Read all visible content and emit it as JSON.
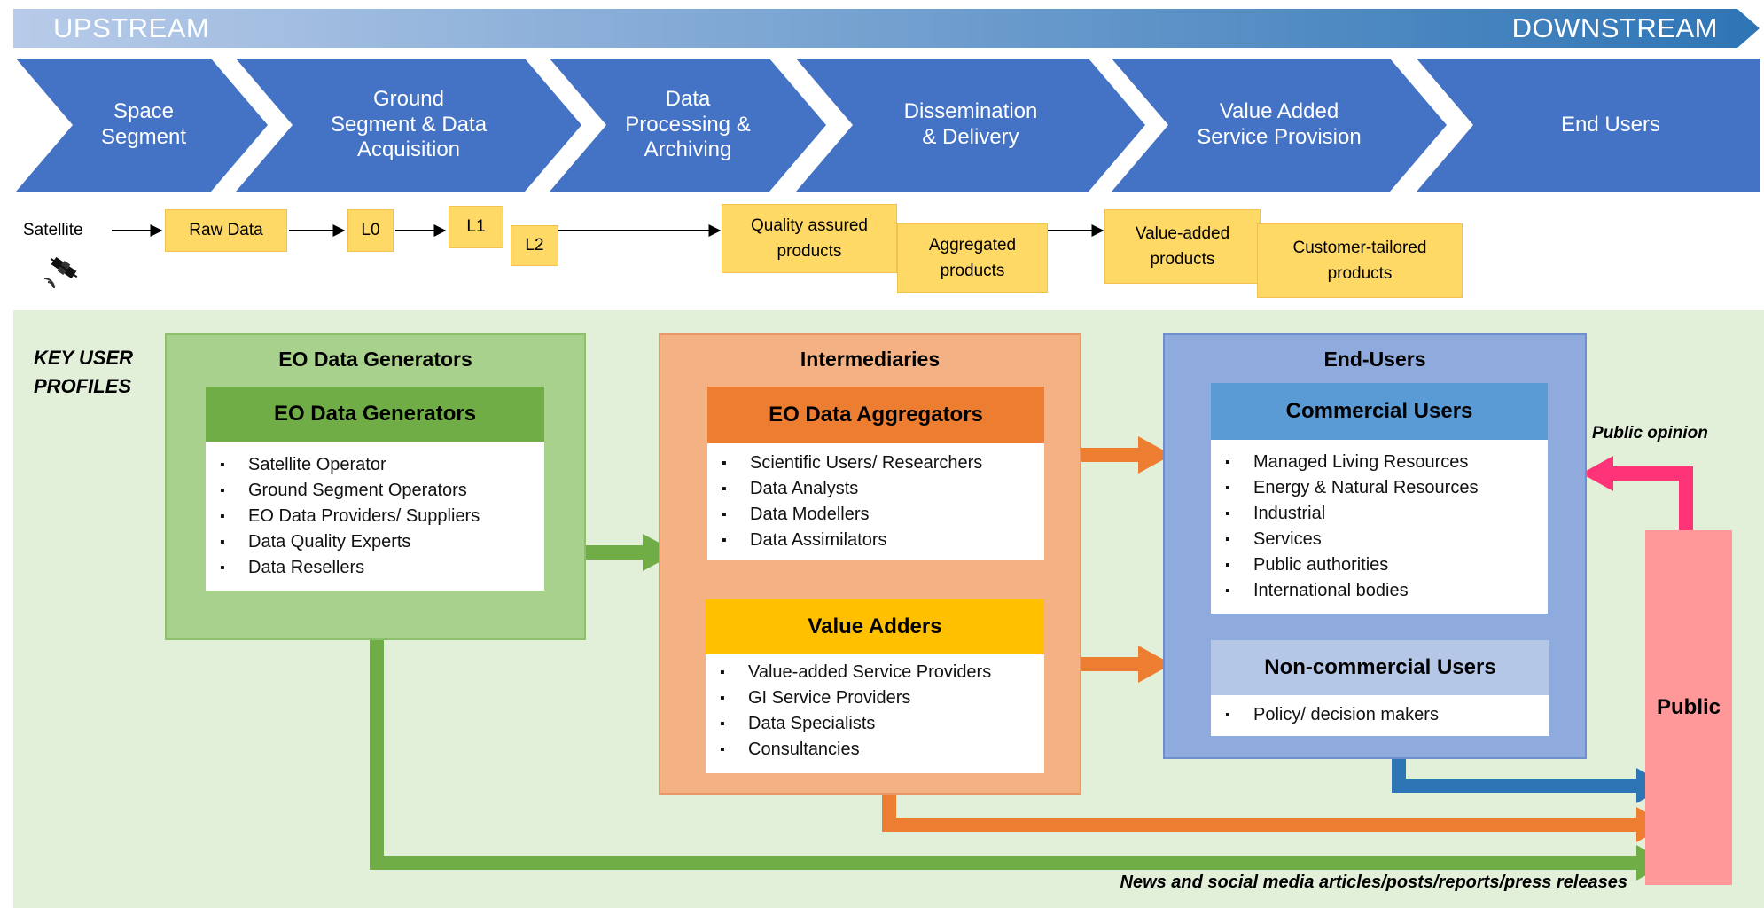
{
  "banner": {
    "upstream": "UPSTREAM",
    "downstream": "DOWNSTREAM"
  },
  "stages": [
    "Space\nSegment",
    "Ground\nSegment & Data\nAcquisition",
    "Data\nProcessing &\nArchiving",
    "Dissemination\n& Delivery",
    "Value Added\nService Provision",
    "End Users"
  ],
  "flow": {
    "satellite": "Satellite",
    "raw_data": "Raw Data",
    "l0": "L0",
    "l1": "L1",
    "l2": "L2",
    "quality_assured": "Quality assured\nproducts",
    "aggregated": "Aggregated\nproducts",
    "value_added": "Value-added\nproducts",
    "customer_tailored": "Customer-tailored\nproducts"
  },
  "key_user_profiles": "KEY USER\nPROFILES",
  "generators": {
    "outer_title": "EO Data Generators",
    "inner_title": "EO Data Generators",
    "items": [
      "Satellite Operator",
      "Ground Segment Operators",
      "EO Data Providers/ Suppliers",
      "Data Quality Experts",
      "Data Resellers"
    ]
  },
  "intermediaries": {
    "title": "Intermediaries",
    "aggregators": {
      "title": "EO Data Aggregators",
      "items": [
        "Scientific Users/ Researchers",
        "Data Analysts",
        "Data Modellers",
        "Data Assimilators"
      ]
    },
    "value_adders": {
      "title": "Value Adders",
      "items": [
        "Value-added Service Providers",
        "GI Service Providers",
        "Data Specialists",
        "Consultancies"
      ]
    }
  },
  "end_users": {
    "title": "End-Users",
    "commercial": {
      "title": "Commercial Users",
      "items": [
        "Managed Living Resources",
        "Energy & Natural Resources",
        "Industrial",
        "Services",
        "Public authorities",
        "International bodies"
      ]
    },
    "non_commercial": {
      "title": "Non-commercial Users",
      "items": [
        "Policy/ decision makers"
      ]
    }
  },
  "public": "Public",
  "public_opinion": "Public opinion",
  "news_caption": "News and social media articles/posts/reports/press releases",
  "colors": {
    "banner_light": "#b4c7e7",
    "banner_dark": "#2e75b6",
    "stage_blue": "#4472c4",
    "product_fill": "#ffd966",
    "profiles_bg": "#e2efd9",
    "generators_outer": "#a9d18e",
    "generators_header": "#70ad47",
    "intermediaries_outer": "#f4b183",
    "aggregators_header": "#ed7d31",
    "value_adders_header": "#ffc000",
    "end_users_outer": "#8faadc",
    "commercial_header": "#5b9bd5",
    "non_commercial_header": "#b4c7e7",
    "public_fill": "#ff9999",
    "opinion_arrow": "#ff3377"
  }
}
